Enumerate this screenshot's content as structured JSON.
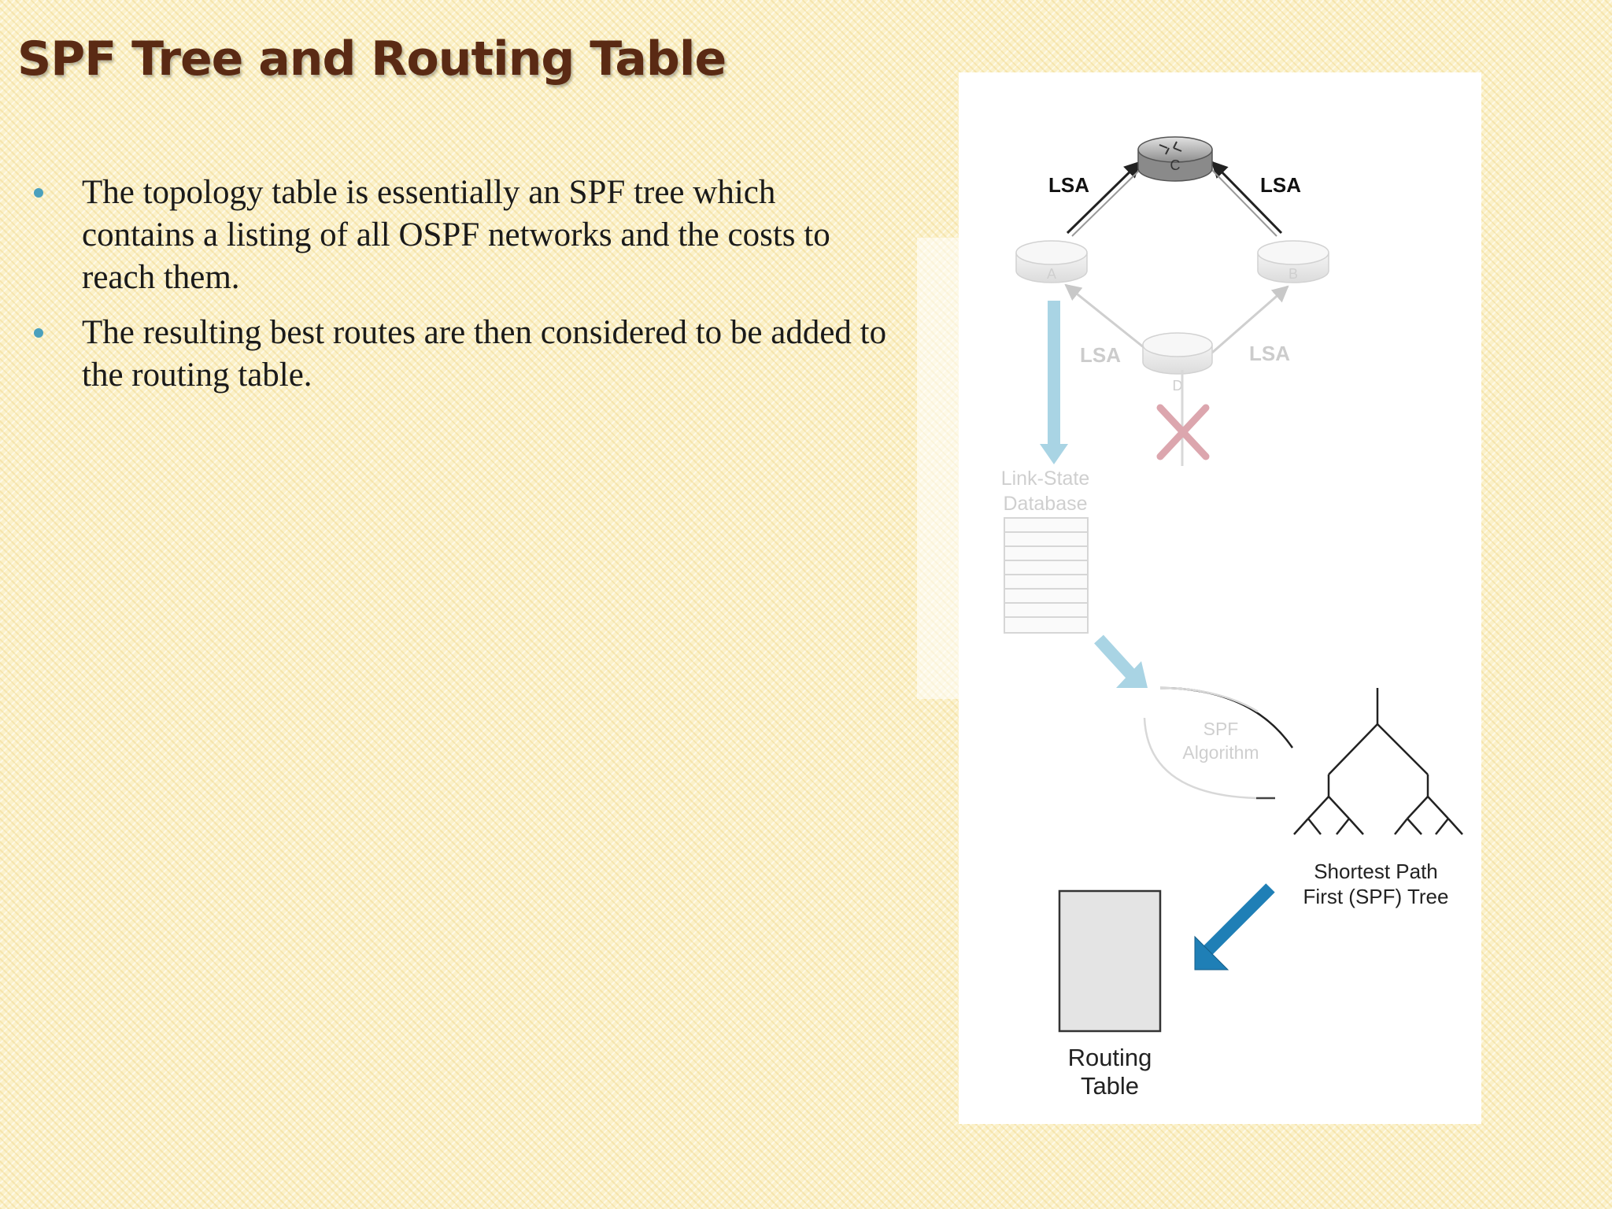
{
  "slide": {
    "title": "SPF Tree and Routing Table",
    "bullets": [
      "The topology table is essentially an SPF tree which contains a listing of all OSPF networks and the costs to reach them.",
      "The resulting best routes are then considered to be added to the routing table."
    ]
  },
  "diagram": {
    "routers": [
      "C",
      "A",
      "B",
      "D"
    ],
    "lsa_labels": [
      "LSA",
      "LSA",
      "LSA",
      "LSA"
    ],
    "lsdb_label": [
      "Link-State",
      "Database"
    ],
    "spf_label": [
      "SPF",
      "Algorithm"
    ],
    "tree_label": [
      "Shortest Path",
      "First (SPF) Tree"
    ],
    "routing_table_label": [
      "Routing",
      "Table"
    ],
    "colors": {
      "arrow_blue": "#1f7fb6",
      "faded_arrow": "#a9d4e4",
      "failed_link": "#d9a0a8",
      "title": "#5a2a14",
      "bullet": "#4aa0bd"
    },
    "icons": [
      "router-icon",
      "arrow-icon",
      "database-icon",
      "tree-icon",
      "x-mark-icon",
      "document-icon"
    ]
  }
}
